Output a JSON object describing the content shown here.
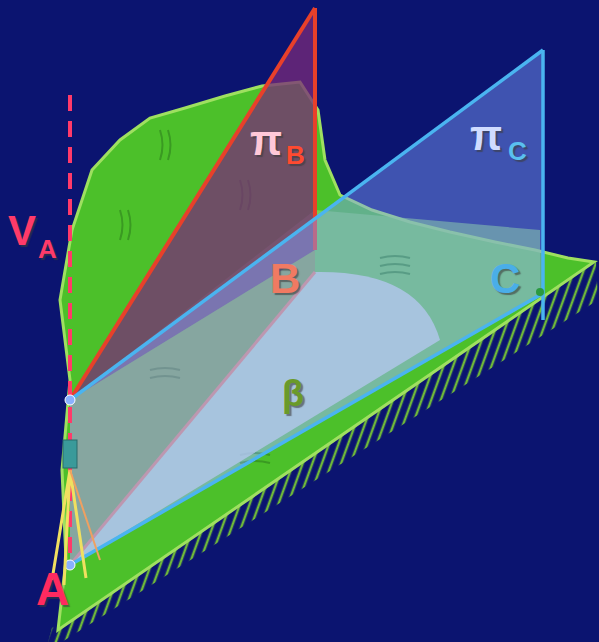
{
  "diagram": {
    "labels": [
      "V",
      "A",
      "π",
      "B",
      "π",
      "C",
      "B",
      "C",
      "β",
      "A"
    ]
  }
}
